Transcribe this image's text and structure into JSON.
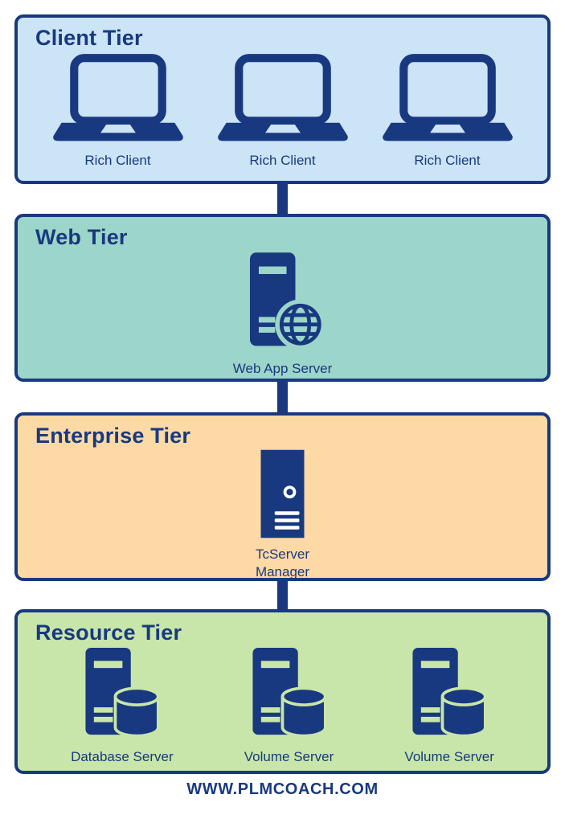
{
  "footer": {
    "text": "WWW.PLMCOACH.COM"
  },
  "colors": {
    "navy": "#18397F",
    "client_tier_bg": "#CBE4F6",
    "web_tier_bg": "#9CD5C9",
    "enterprise_tier_bg": "#FDD9A5",
    "resource_tier_bg": "#C8E6A9",
    "page_bg": "#FFFFFF"
  },
  "tiers": [
    {
      "title": "Client Tier",
      "items": [
        {
          "icon": "laptop-icon",
          "label": "Rich Client"
        },
        {
          "icon": "laptop-icon",
          "label": "Rich Client"
        },
        {
          "icon": "laptop-icon",
          "label": "Rich Client"
        }
      ]
    },
    {
      "title": "Web Tier",
      "items": [
        {
          "icon": "web-app-server-icon",
          "label": "Web App Server"
        }
      ]
    },
    {
      "title": "Enterprise Tier",
      "items": [
        {
          "icon": "tcserver-manager-icon",
          "label": "TcServer Manager"
        }
      ]
    },
    {
      "title": "Resource Tier",
      "items": [
        {
          "icon": "database-server-icon",
          "label": "Database Server"
        },
        {
          "icon": "volume-server-icon",
          "label": "Volume Server"
        },
        {
          "icon": "volume-server-icon",
          "label": "Volume Server"
        }
      ]
    }
  ]
}
